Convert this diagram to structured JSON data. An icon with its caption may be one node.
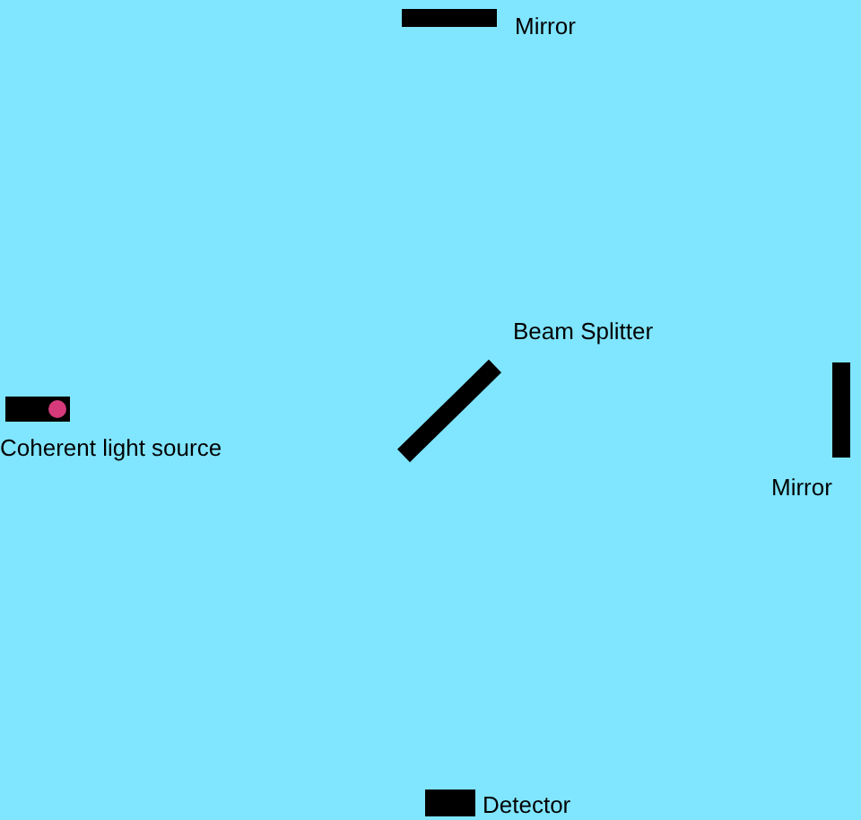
{
  "diagram": {
    "nodes": [
      {
        "text": [
          "Mirror"
        ]
      },
      {
        "text": [
          "Beam Splitter"
        ]
      },
      {
        "text": [
          "Coherent light source"
        ]
      },
      {
        "text": [
          "Mirror"
        ]
      },
      {
        "text": [
          "Detector"
        ]
      }
    ]
  }
}
